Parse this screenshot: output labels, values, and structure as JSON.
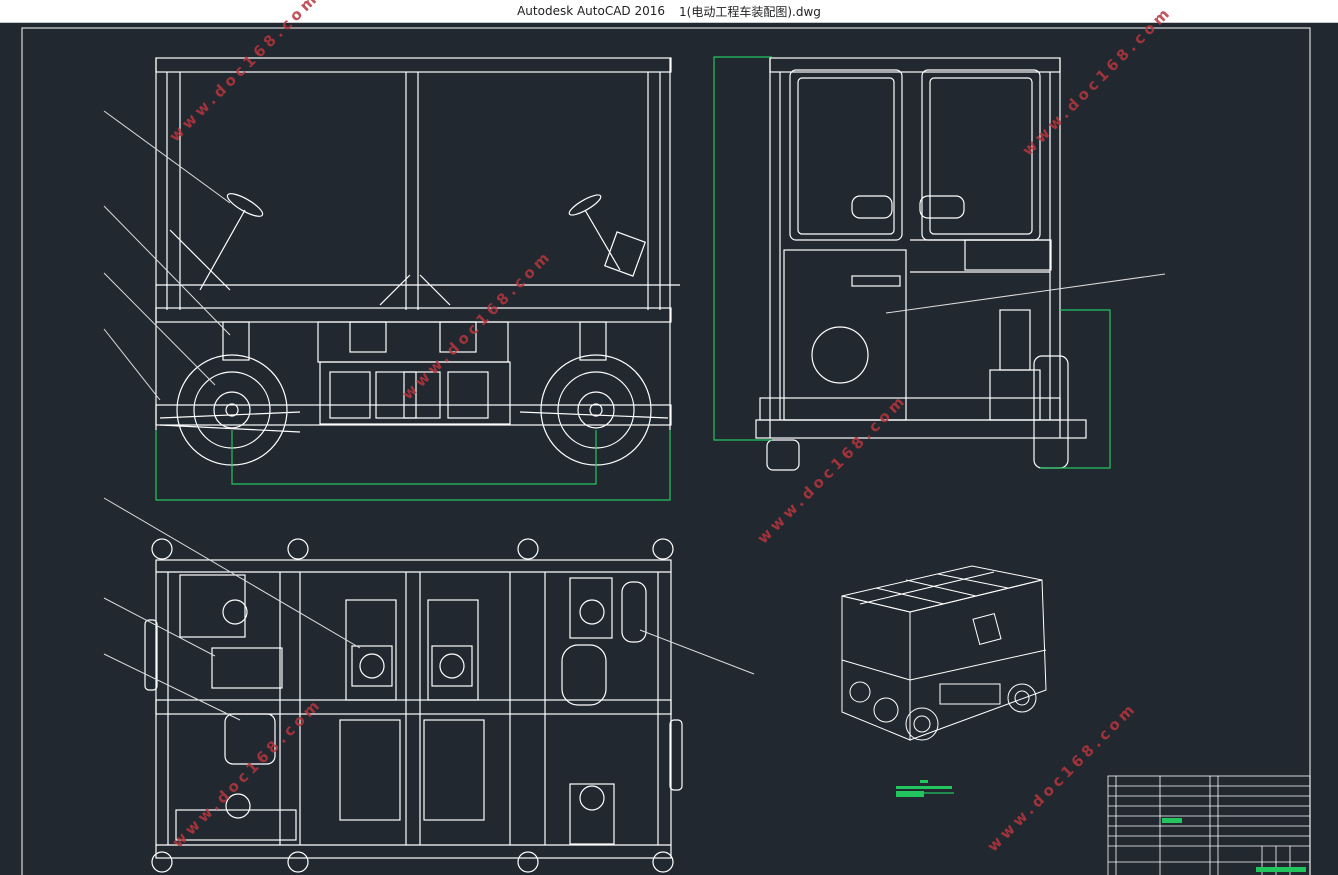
{
  "window": {
    "app_title": "Autodesk AutoCAD 2016",
    "file_name": "1(电动工程车装配图).dwg"
  },
  "watermark": {
    "text": "www.doc168.com",
    "color": "#b8353d"
  },
  "colors": {
    "background": "#212830",
    "line": "#ffffff",
    "dimension": "#22c55e"
  }
}
